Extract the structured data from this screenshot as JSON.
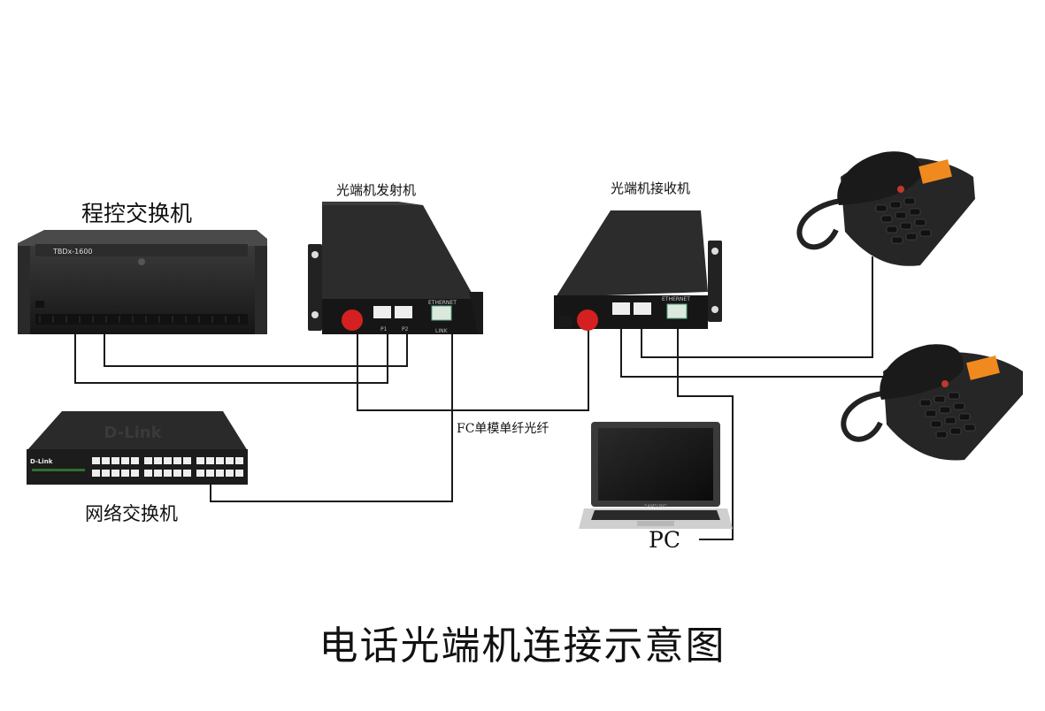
{
  "title": "电话光端机连接示意图",
  "labels": {
    "pbx": "程控交换机",
    "transmitter": "光端机发射机",
    "receiver": "光端机接收机",
    "fiber": "FC单模单纤光纤",
    "network_switch": "网络交换机",
    "pc": "PC"
  },
  "device_markings": {
    "pbx_model": "TBDx-1600",
    "switch_brand": "D-Link",
    "optical_ethernet_label": "ETHERNET",
    "optical_link_label": "LINK",
    "port_p1": "P1",
    "port_p2": "P2",
    "laptop_brand": "SAMSUNG"
  },
  "colors": {
    "device_body": "#1f1f1f",
    "wire": "#1a1a1a",
    "fiber_connector": "#d42020",
    "phone_display": "#f08a1e",
    "switch_ports": "#eeeeee"
  }
}
